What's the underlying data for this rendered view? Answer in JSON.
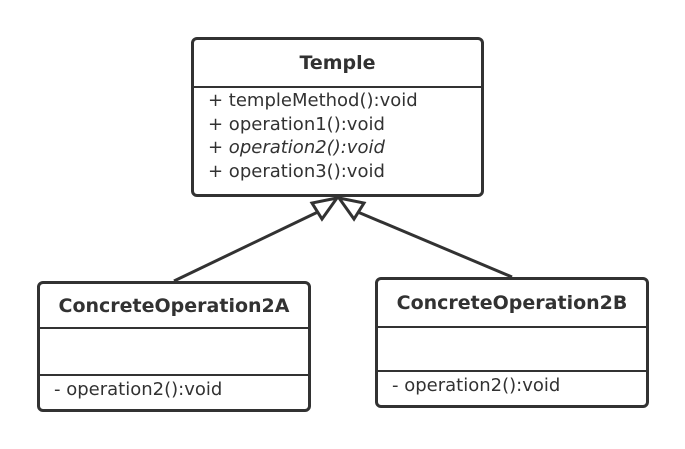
{
  "colors": {
    "stroke": "#323232",
    "fill": "#ffffff",
    "text": "#323232"
  },
  "diagram": {
    "type": "uml-class-diagram",
    "relationship": "generalization",
    "classes": [
      {
        "id": "temple",
        "name": "Temple",
        "attributes": [],
        "methods": [
          {
            "text": "+ templeMethod():void",
            "abstract": false
          },
          {
            "text": "+ operation1():void",
            "abstract": false
          },
          {
            "text": "+ operation2():void",
            "abstract": true
          },
          {
            "text": "+ operation3():void",
            "abstract": false
          }
        ]
      },
      {
        "id": "concrete-a",
        "name": "ConcreteOperation2A",
        "attributes": [],
        "methods": [
          {
            "text": "- operation2():void",
            "abstract": false
          }
        ]
      },
      {
        "id": "concrete-b",
        "name": "ConcreteOperation2B",
        "attributes": [],
        "methods": [
          {
            "text": "- operation2():void",
            "abstract": false
          }
        ]
      }
    ],
    "edges": [
      {
        "from": "concrete-a",
        "to": "temple",
        "kind": "inheritance"
      },
      {
        "from": "concrete-b",
        "to": "temple",
        "kind": "inheritance"
      }
    ]
  }
}
